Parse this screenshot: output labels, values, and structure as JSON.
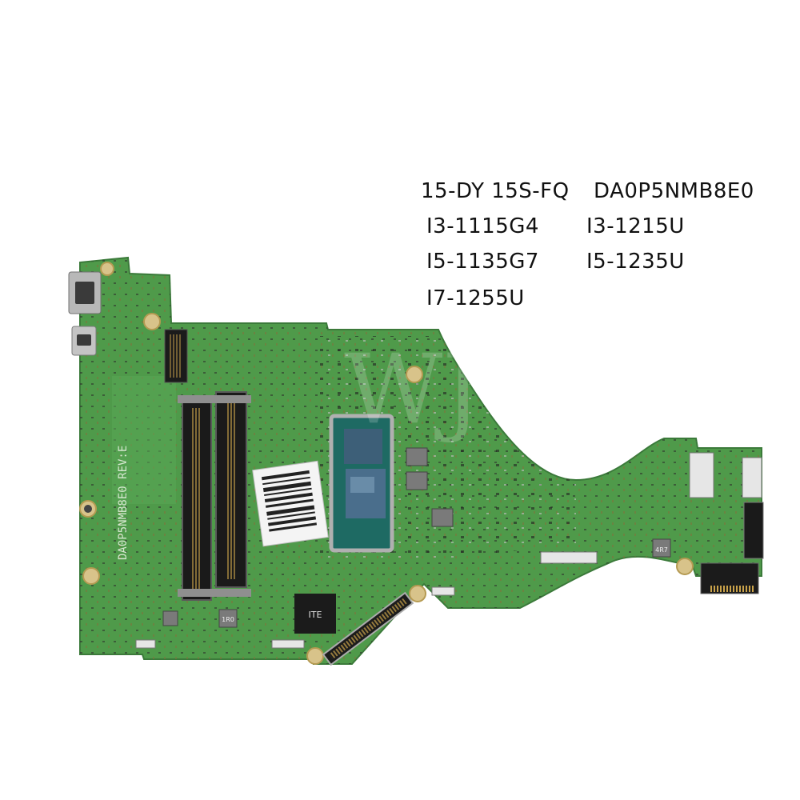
{
  "specs": {
    "models": "15-DY 15S-FQ",
    "board_code": "DA0P5NMB8E0",
    "cpus": [
      "I3-1115G4",
      "I3-1215U",
      "I5-1135G7",
      "I5-1235U",
      "I7-1255U"
    ]
  },
  "board": {
    "silk_label": "DA0P5NMB8E0  REV:E",
    "chip_brand": "ITE",
    "inductor_code": "4R7",
    "inductor_code_2": "1R0",
    "watermark": "WJ"
  },
  "colors": {
    "pcb": "#4f9a4a",
    "pcb_dark": "#3f8240",
    "cpu_substrate": "#1e6a63",
    "die": "#3d5f78",
    "background": "#ffffff"
  }
}
